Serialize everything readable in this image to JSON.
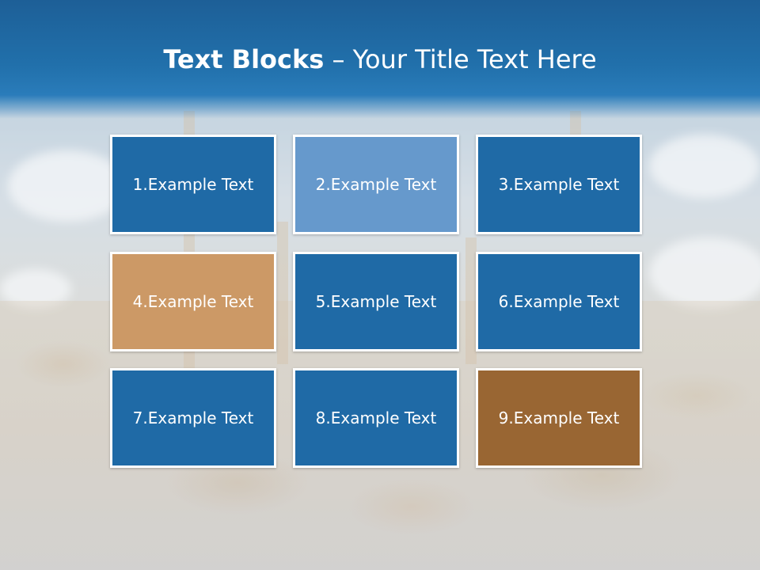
{
  "title": {
    "bold": "Text Blocks",
    "rest": "– Your Title Text Here"
  },
  "colors": {
    "title_band": "#2170ab",
    "block_blue": "#1f6aa6",
    "block_light_blue": "#6699cc",
    "block_tan": "#cc9966",
    "block_brown": "#996633"
  },
  "blocks": [
    {
      "label": "1.Example Text",
      "color": "#1f6aa6"
    },
    {
      "label": "2.Example Text",
      "color": "#6699cc"
    },
    {
      "label": "3.Example Text",
      "color": "#1f6aa6"
    },
    {
      "label": "4.Example Text",
      "color": "#cc9966"
    },
    {
      "label": "5.Example Text",
      "color": "#1f6aa6"
    },
    {
      "label": "6.Example Text",
      "color": "#1f6aa6"
    },
    {
      "label": "7.Example Text",
      "color": "#1f6aa6"
    },
    {
      "label": "8.Example Text",
      "color": "#1f6aa6"
    },
    {
      "label": "9.Example Text",
      "color": "#996633"
    }
  ]
}
